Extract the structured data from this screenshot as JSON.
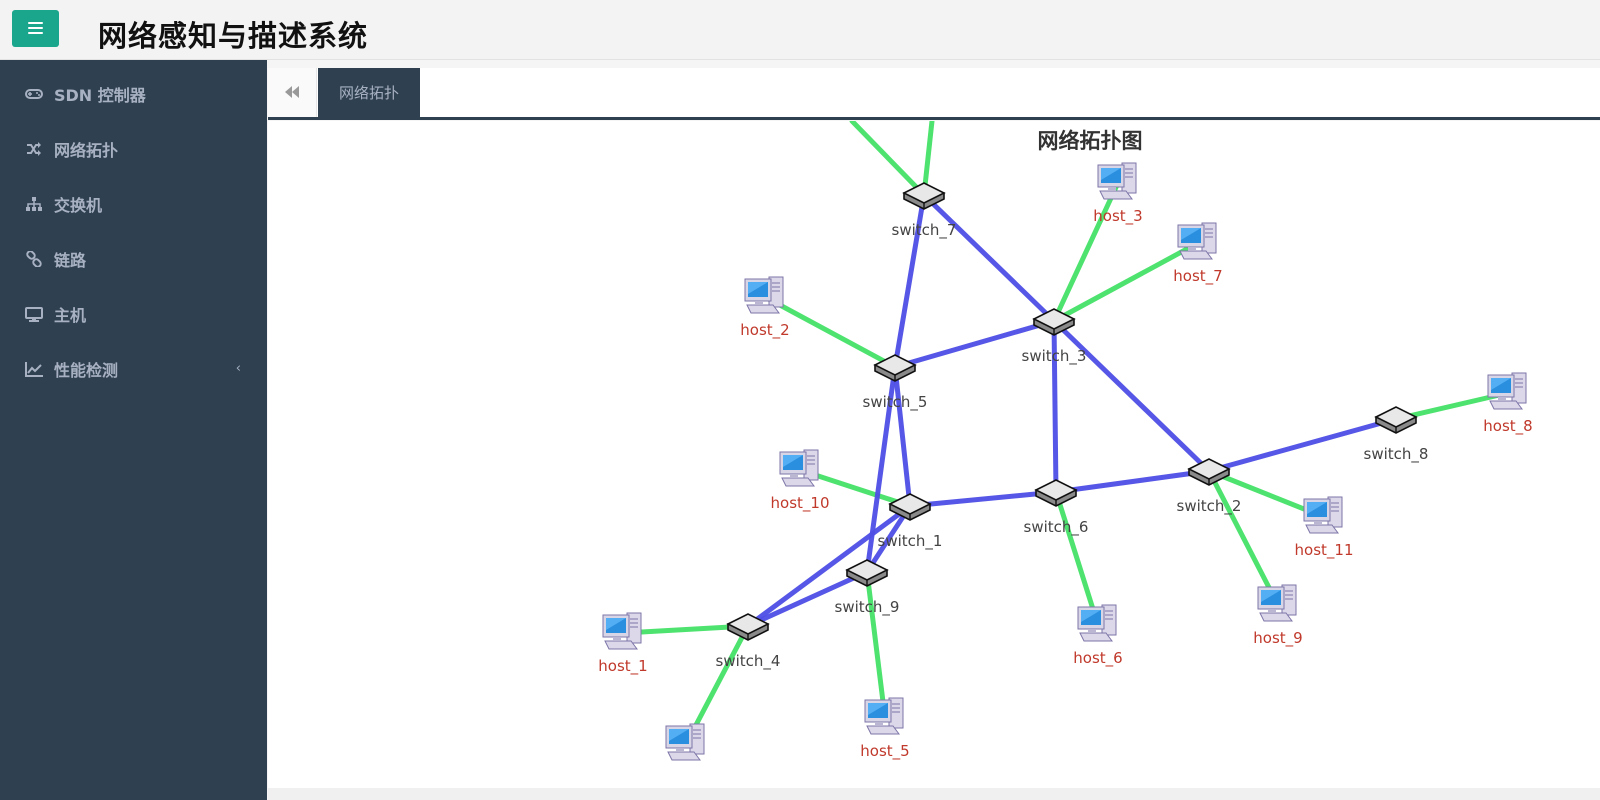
{
  "app": {
    "title": "网络感知与描述系统"
  },
  "sidebar": {
    "items": [
      {
        "label": "SDN 控制器",
        "icon": "gamepad-icon"
      },
      {
        "label": "网络拓扑",
        "icon": "shuffle-icon"
      },
      {
        "label": "交换机",
        "icon": "sitemap-icon"
      },
      {
        "label": "链路",
        "icon": "link-icon"
      },
      {
        "label": "主机",
        "icon": "desktop-icon"
      },
      {
        "label": "性能检测",
        "icon": "line-chart-icon",
        "arrow": "‹"
      }
    ]
  },
  "tabs": [
    {
      "label": "网络拓扑",
      "active": true
    }
  ],
  "topology": {
    "title": "网络拓扑图",
    "colors": {
      "switch_link": "#4f4fe6",
      "host_link": "#4ee36f",
      "host_label": "#c0392b",
      "switch_label": "#444444"
    },
    "switches": [
      "switch_1",
      "switch_2",
      "switch_3",
      "switch_4",
      "switch_5",
      "switch_6",
      "switch_7",
      "switch_8",
      "switch_9"
    ],
    "hosts": [
      "host_1",
      "host_2",
      "host_3",
      "host_5",
      "host_6",
      "host_7",
      "host_8",
      "host_9",
      "host_10",
      "host_11"
    ],
    "switch_links": [
      [
        "switch_7",
        "switch_5"
      ],
      [
        "switch_7",
        "switch_3"
      ],
      [
        "switch_5",
        "switch_3"
      ],
      [
        "switch_5",
        "switch_1"
      ],
      [
        "switch_5",
        "switch_9"
      ],
      [
        "switch_3",
        "switch_6"
      ],
      [
        "switch_3",
        "switch_2"
      ],
      [
        "switch_1",
        "switch_6"
      ],
      [
        "switch_6",
        "switch_2"
      ],
      [
        "switch_2",
        "switch_8"
      ],
      [
        "switch_1",
        "switch_9"
      ],
      [
        "switch_1",
        "switch_4"
      ],
      [
        "switch_9",
        "switch_4"
      ]
    ],
    "host_links": [
      [
        "host_3",
        "switch_3"
      ],
      [
        "host_7",
        "switch_3"
      ],
      [
        "host_2",
        "switch_5"
      ],
      [
        "host_10",
        "switch_1"
      ],
      [
        "host_8",
        "switch_8"
      ],
      [
        "host_11",
        "switch_2"
      ],
      [
        "host_9",
        "switch_2"
      ],
      [
        "host_6",
        "switch_6"
      ],
      [
        "host_5",
        "switch_9"
      ],
      [
        "host_1",
        "switch_4"
      ],
      [
        "unlabeled_host",
        "switch_4"
      ]
    ]
  }
}
